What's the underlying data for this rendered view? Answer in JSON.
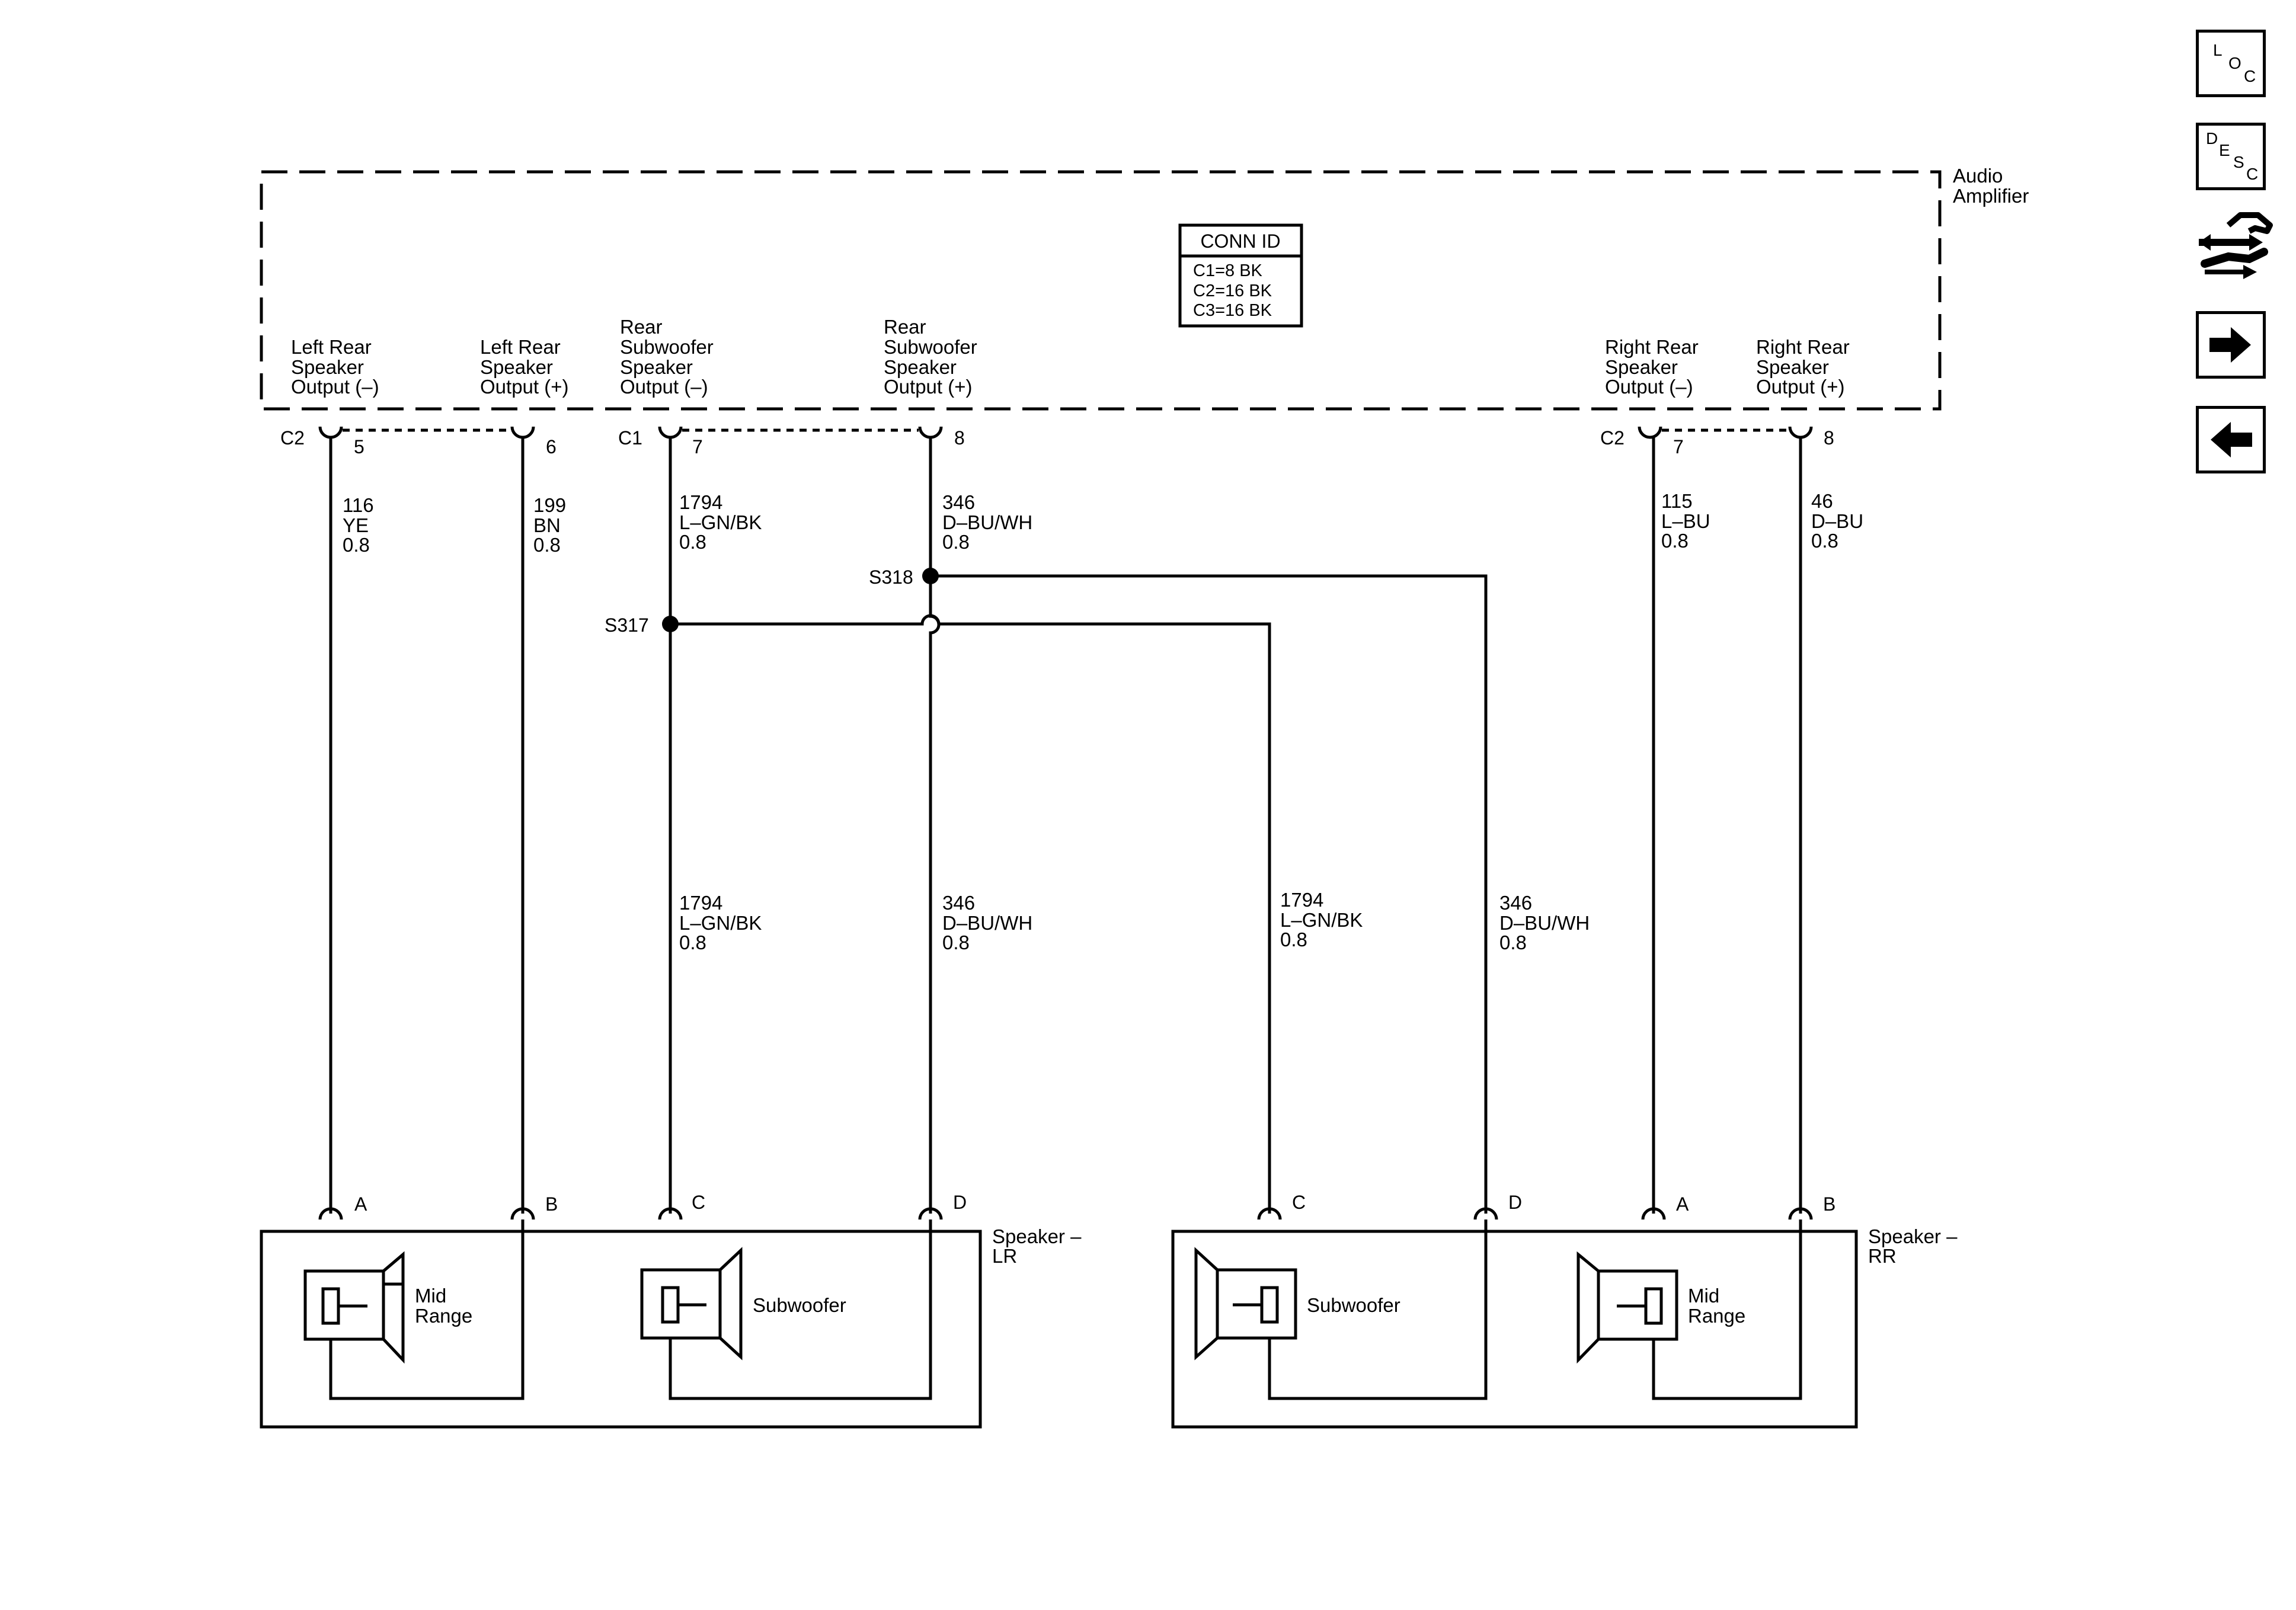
{
  "amplifier": {
    "name_line1": "Audio",
    "name_line2": "Amplifier",
    "conn_id": {
      "title": "CONN ID",
      "rows": [
        "C1=8 BK",
        "C2=16 BK",
        "C3=16 BK"
      ]
    },
    "outputs": [
      {
        "lines": [
          "Left Rear",
          "Speaker",
          "Output (–)"
        ]
      },
      {
        "lines": [
          "Left Rear",
          "Speaker",
          "Output (+)"
        ]
      },
      {
        "lines": [
          "Rear",
          "Subwoofer",
          "Speaker",
          "Output (–)"
        ]
      },
      {
        "lines": [
          "Rear",
          "Subwoofer",
          "Speaker",
          "Output (+)"
        ]
      },
      {
        "lines": [
          "Right Rear",
          "Speaker",
          "Output (–)"
        ]
      },
      {
        "lines": [
          "Right Rear",
          "Speaker",
          "Output (+)"
        ]
      }
    ]
  },
  "connectors": [
    {
      "conn": "C2",
      "pin": "5"
    },
    {
      "conn": "",
      "pin": "6"
    },
    {
      "conn": "C1",
      "pin": "7"
    },
    {
      "conn": "",
      "pin": "8"
    },
    {
      "conn": "C2",
      "pin": "7"
    },
    {
      "conn": "",
      "pin": "8"
    }
  ],
  "wires_top": [
    {
      "circuit": "116",
      "color": "YE",
      "gauge": "0.8"
    },
    {
      "circuit": "199",
      "color": "BN",
      "gauge": "0.8"
    },
    {
      "circuit": "1794",
      "color": "L–GN/BK",
      "gauge": "0.8"
    },
    {
      "circuit": "346",
      "color": "D–BU/WH",
      "gauge": "0.8"
    },
    {
      "circuit": "115",
      "color": "L–BU",
      "gauge": "0.8"
    },
    {
      "circuit": "46",
      "color": "D–BU",
      "gauge": "0.8"
    }
  ],
  "wires_lower": [
    {
      "circuit": "1794",
      "color": "L–GN/BK",
      "gauge": "0.8"
    },
    {
      "circuit": "346",
      "color": "D–BU/WH",
      "gauge": "0.8"
    },
    {
      "circuit": "1794",
      "color": "L–GN/BK",
      "gauge": "0.8"
    },
    {
      "circuit": "346",
      "color": "D–BU/WH",
      "gauge": "0.8"
    }
  ],
  "splices": [
    {
      "name": "S317"
    },
    {
      "name": "S318"
    }
  ],
  "speaker_pins": [
    "A",
    "B",
    "C",
    "D",
    "C",
    "D",
    "A",
    "B"
  ],
  "speakers": {
    "lr": {
      "name_line1": "Speaker –",
      "name_line2": "LR",
      "mid_line1": "Mid",
      "mid_line2": "Range",
      "sub": "Subwoofer"
    },
    "rr": {
      "name_line1": "Speaker –",
      "name_line2": "RR",
      "mid_line1": "Mid",
      "mid_line2": "Range",
      "sub": "Subwoofer"
    }
  },
  "nav": {
    "loc": [
      "L",
      "O",
      "C"
    ],
    "desc": [
      "D",
      "E",
      "S",
      "C"
    ],
    "icons": [
      "connector-swap-icon",
      "arrow-right-icon",
      "arrow-left-icon"
    ]
  }
}
